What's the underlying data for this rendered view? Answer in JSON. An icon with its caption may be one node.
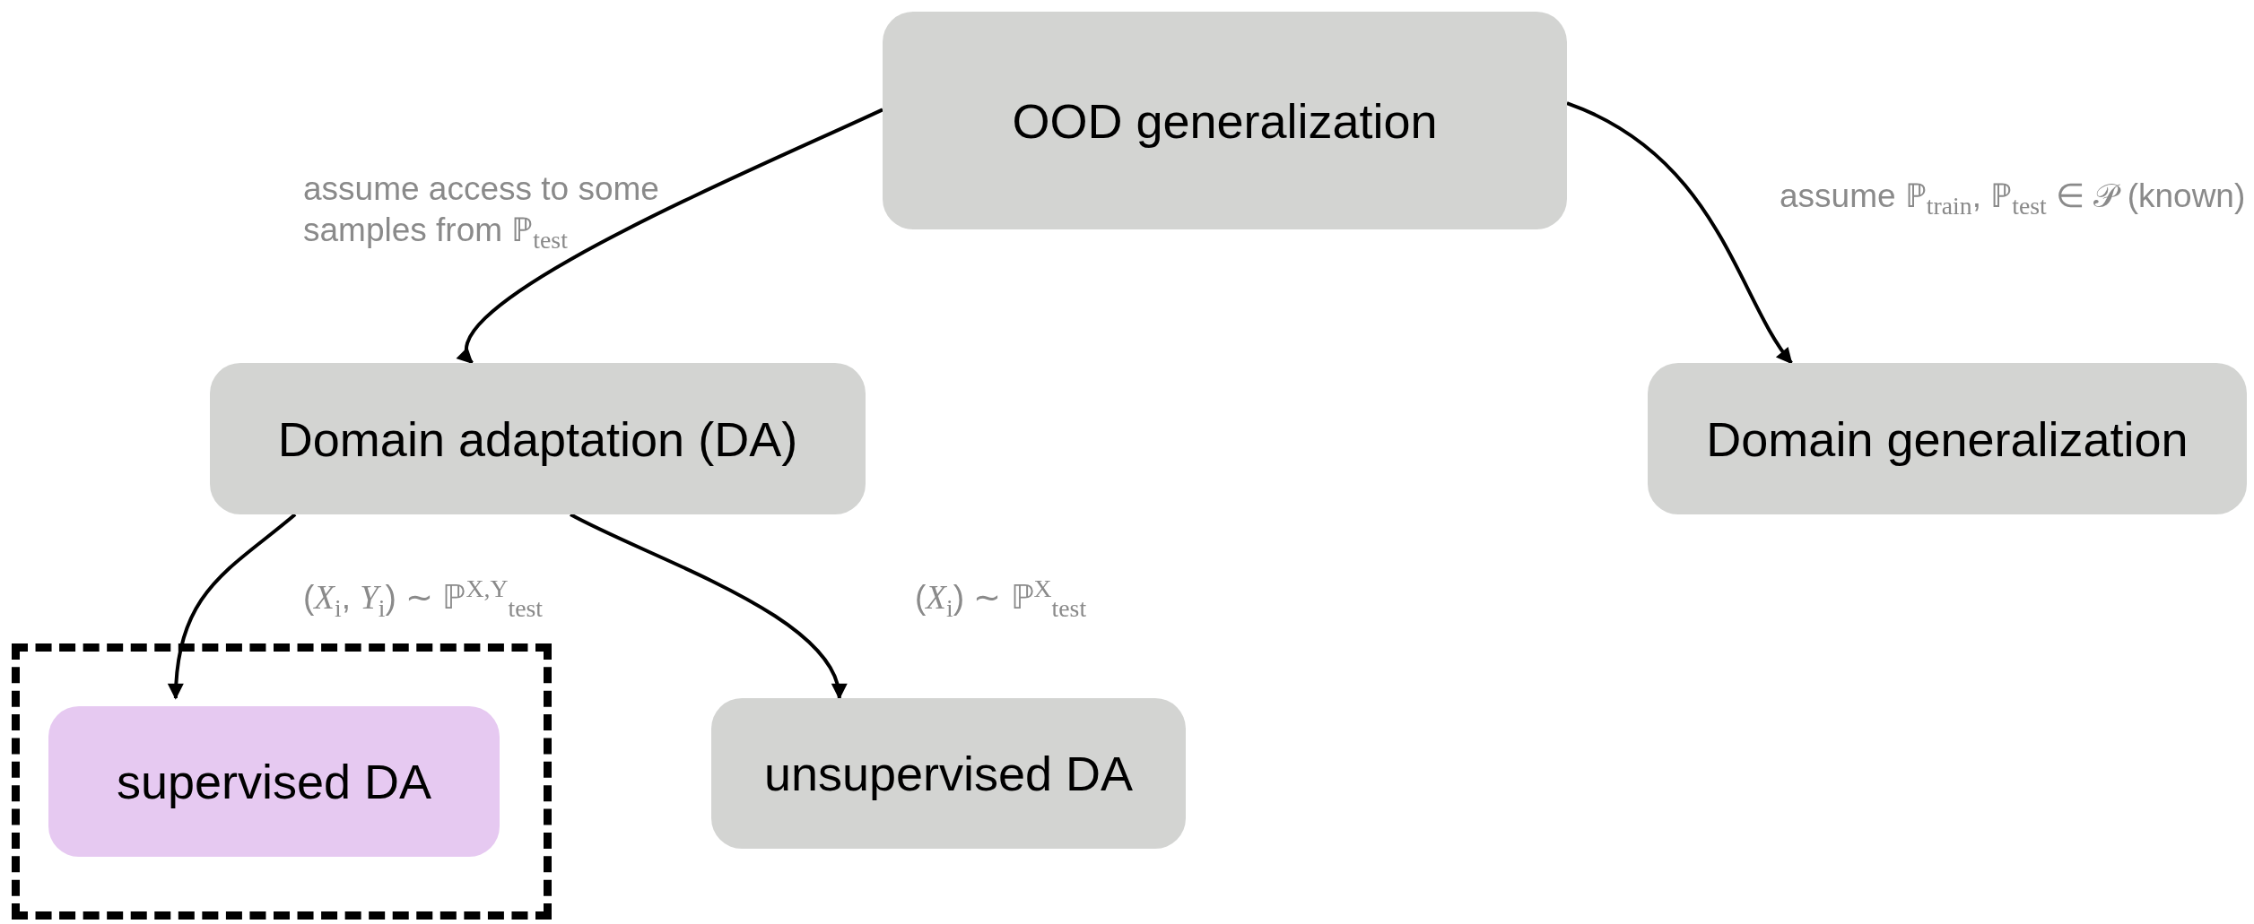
{
  "diagram": {
    "nodes": [
      {
        "text": [
          "OOD generalization"
        ]
      },
      {
        "text": [
          "Domain adaptation (DA)"
        ]
      },
      {
        "text": [
          "Domain generalization"
        ]
      },
      {
        "text": [],
        "shape": "box"
      },
      {
        "text": [
          "supervised DA"
        ],
        "in": 3
      },
      {
        "text": [
          "unsupervised DA"
        ]
      }
    ],
    "edges": [
      {
        "from": 0,
        "to": 1,
        "arrow": "to",
        "label": "assume access to some samples from ℙ$_{test}$"
      },
      {
        "from": 0,
        "to": 2,
        "arrow": "to",
        "label": "assume ℙ$_{train}$, ℙ$_{test}$ ∈ 𝒫 (known)"
      },
      {
        "from": 1,
        "to": 4,
        "arrow": "to",
        "label": "(*X*$_{i}$, *Y*$_{i}$) ∼ ℙ$^{X,Y}$$_{test}$"
      },
      {
        "from": 1,
        "to": 5,
        "arrow": "to",
        "label": "(*X*$_{i}$) ∼ ℙ$^{X}$$_{test}$"
      }
    ]
  }
}
